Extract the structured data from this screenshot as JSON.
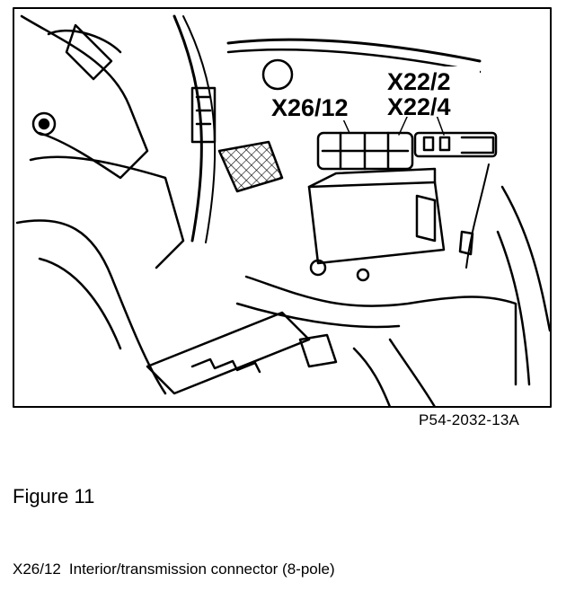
{
  "figure": {
    "labels": {
      "connector_x26_12": "X26/12",
      "connector_x22_2": "X22/2",
      "connector_x22_4": "X22/4"
    },
    "image_code": "P54-2032-13A",
    "title": "Figure 11",
    "caption": {
      "code": "X26/12",
      "text": "Interior/transmission connector (8-pole)"
    }
  }
}
